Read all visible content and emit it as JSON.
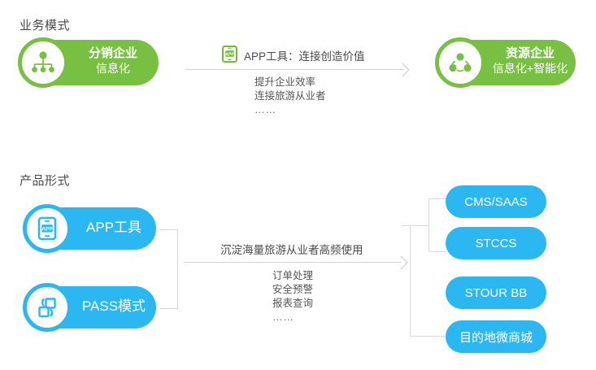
{
  "page": {
    "background": "#ffffff",
    "accent_green": "#77C042",
    "accent_blue": "#2BB7F2",
    "line_color": "#d8d8d8",
    "text_color": "#4a4a4a"
  },
  "sections": {
    "business": {
      "header": "业务模式",
      "left_node": {
        "line1": "分销企业",
        "line2": "信息化",
        "icon": "org-hierarchy-icon",
        "color": "#77C042"
      },
      "right_node": {
        "line1": "资源企业",
        "line2": "信息化+智能化",
        "icon": "network-nodes-icon",
        "color": "#77C042"
      },
      "flow": {
        "icon": "app-phone-icon",
        "title": "APP工具：连接创造价值",
        "bullets": [
          "提升企业效率",
          "连接旅游从业者",
          "……"
        ]
      }
    },
    "product": {
      "header": "产品形式",
      "left_nodes": [
        {
          "label": "APP工具",
          "icon": "app-phone-icon",
          "color": "#2BB7F2"
        },
        {
          "label": "PASS模式",
          "icon": "exchange-squares-icon",
          "color": "#2BB7F2"
        }
      ],
      "flow": {
        "title": "沉淀海量旅游从业者高频使用",
        "bullets": [
          "订单处理",
          "安全预警",
          "报表查询",
          "……"
        ]
      },
      "right_nodes": [
        {
          "label": "CMS/SAAS"
        },
        {
          "label": "STCCS"
        },
        {
          "label": "STOUR BB"
        },
        {
          "label": "目的地微商城"
        }
      ]
    }
  }
}
